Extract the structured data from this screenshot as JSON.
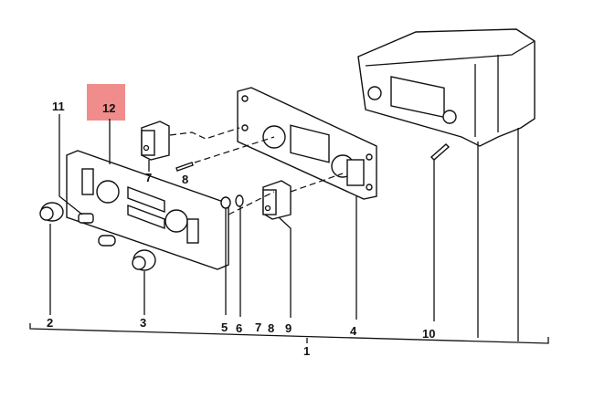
{
  "highlight_color": "#f08080",
  "callouts": {
    "c11": "11",
    "c12": "12",
    "c7_top": "7",
    "c8_top": "8",
    "c2": "2",
    "c3": "3",
    "c5": "5",
    "c6": "6",
    "c7": "7",
    "c8": "8",
    "c9": "9",
    "c4": "4",
    "c10": "10",
    "c1": "1"
  }
}
